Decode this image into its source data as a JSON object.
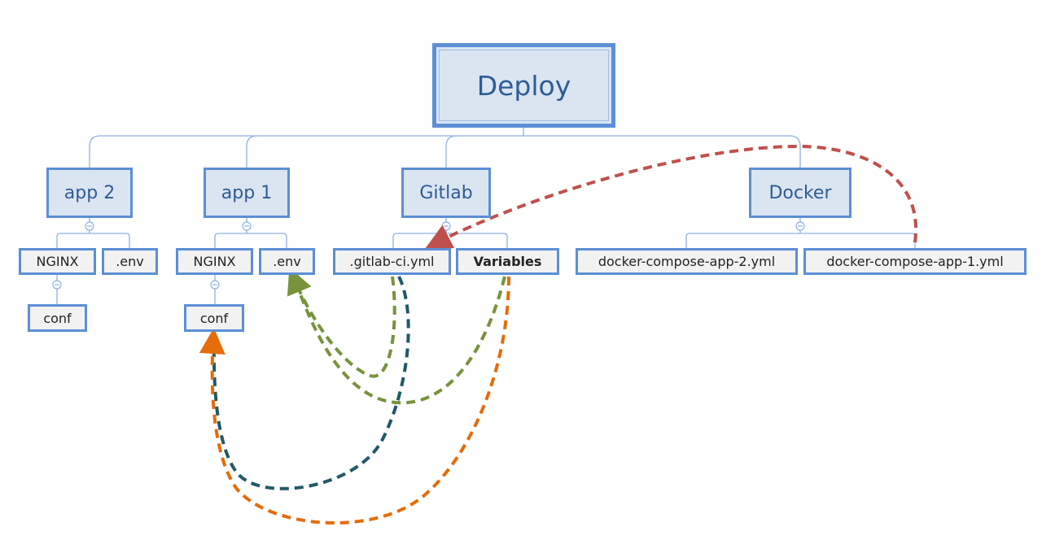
{
  "root": {
    "label": "Deploy"
  },
  "branches": {
    "app2": {
      "label": "app 2",
      "children": {
        "nginx": "NGINX",
        "env": ".env",
        "conf": "conf"
      }
    },
    "app1": {
      "label": "app 1",
      "children": {
        "nginx": "NGINX",
        "env": ".env",
        "conf": "conf"
      }
    },
    "gitlab": {
      "label": "Gitlab",
      "children": {
        "ci": ".gitlab-ci.yml",
        "variables": "Variables"
      }
    },
    "docker": {
      "label": "Docker",
      "children": {
        "compose2": "docker-compose-app-2.yml",
        "compose1": "docker-compose-app-1.yml"
      }
    }
  },
  "colors": {
    "node_border": "#5b8fd6",
    "node_fill": "#dbe5f1",
    "leaf_fill": "#f2f2f2",
    "arrow_red": "#c0504d",
    "arrow_green": "#77933c",
    "arrow_teal": "#215967",
    "arrow_orange": "#e46c0a"
  }
}
